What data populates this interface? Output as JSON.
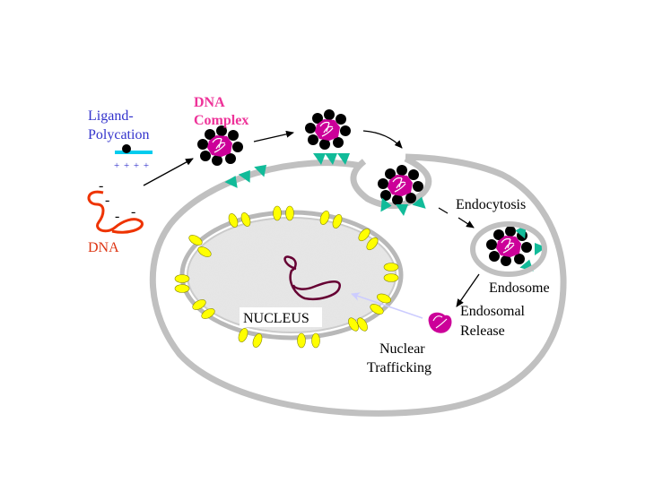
{
  "diagram": {
    "title": "Receptor-mediated DNA delivery pathway",
    "labels": {
      "ligand_polycation": [
        "Ligand-",
        "Polycation"
      ],
      "polycation_charges": "+ + + +",
      "dna": "DNA",
      "dna_charges": [
        "-",
        "-",
        "-",
        "-"
      ],
      "dna_complex": [
        "DNA",
        "Complex"
      ],
      "endocytosis": "Endocytosis",
      "endosome": "Endosome",
      "endosomal_release": [
        "Endosomal",
        "Release"
      ],
      "nuclear_trafficking": [
        "Nuclear",
        "Trafficking"
      ],
      "nucleus": "NUCLEUS"
    },
    "colors": {
      "membrane": "#c0c0c0",
      "nucleus_fill": "#e4e4e4",
      "nuclear_pore": "#ffff00",
      "receptor": "#11bb99",
      "complex_core": "#cc0099",
      "polycation_bead": "#000000",
      "ligand_bar": "#00ccee",
      "dna_strand": "#ee3300",
      "nuclear_dna": "#660033",
      "trafficking_arrow": "#ccccff",
      "label_blue": "#3333cc",
      "label_red": "#dd3311",
      "label_pink": "#ee3399"
    }
  }
}
